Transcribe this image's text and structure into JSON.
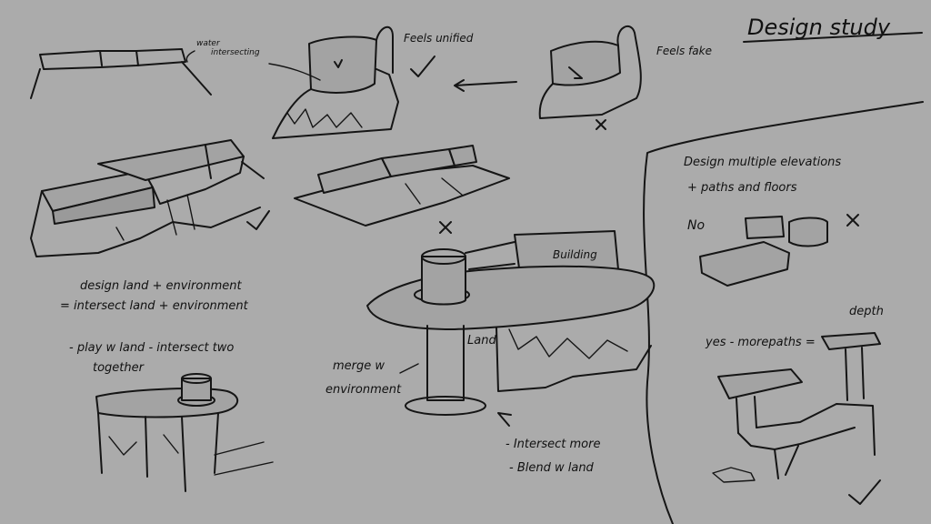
{
  "title": "Design study",
  "notes": {
    "water_intersecting": [
      "water",
      "intersecting"
    ],
    "feels_unified": "Feels unified",
    "feels_fake": "Feels fake",
    "design_land_env": "design land + environment",
    "intersect_land_env": "= intersect land + environment",
    "play_land": "- play w land - intersect two",
    "together": "together",
    "building": "Building",
    "land": "Land",
    "merge_w": "merge w",
    "environment": "environment",
    "intersect_more": "- Intersect more",
    "blend_w_land": "- Blend w land",
    "design_multiple": "Design multiple elevations",
    "paths_floors": "+ paths and floors",
    "no": "No",
    "yes_more_paths": "yes - morepaths =",
    "depth": "depth"
  },
  "marks": {
    "check": "check-mark",
    "cross": "x-mark",
    "arrow": "left-arrow"
  }
}
